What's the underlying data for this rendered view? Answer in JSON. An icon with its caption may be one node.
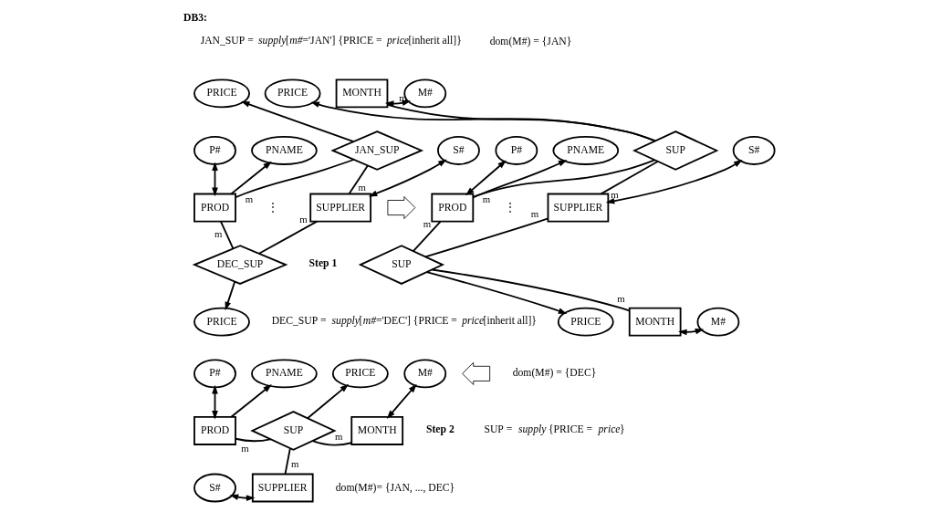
{
  "diagram": {
    "title": "DB3:",
    "nodes": [
      {
        "text": [
          "P#"
        ]
      },
      {
        "text": [
          "PNAME"
        ]
      },
      {
        "text": [
          "PROD"
        ]
      },
      {
        "text": [
          "PRICE"
        ]
      },
      {
        "text": [
          "JAN_SUP"
        ]
      },
      {
        "text": [
          "DEC_SUP"
        ]
      },
      {
        "text": [
          "PRICE"
        ]
      },
      {
        "text": [
          "S#"
        ]
      },
      {
        "text": [
          "SUPPLIER"
        ]
      },
      {
        "text": [
          "MONTH"
        ]
      },
      {
        "text": [
          "M#"
        ]
      },
      {
        "text": [
          "PRICE"
        ]
      },
      {
        "text": [
          "P#"
        ]
      },
      {
        "text": [
          "PNAME"
        ]
      },
      {
        "text": [
          "SUP"
        ]
      },
      {
        "text": [
          "S#"
        ]
      },
      {
        "text": [
          "PROD"
        ]
      },
      {
        "text": [
          "SUPPLIER"
        ]
      },
      {
        "text": [
          "SUP"
        ]
      },
      {
        "text": [
          "PRICE"
        ]
      },
      {
        "text": [
          "MONTH"
        ]
      },
      {
        "text": [
          "M#"
        ]
      },
      {
        "text": [
          "P#"
        ]
      },
      {
        "text": [
          "PNAME"
        ]
      },
      {
        "text": [
          "PRICE"
        ]
      },
      {
        "text": [
          "M#"
        ]
      },
      {
        "text": [
          "PROD"
        ]
      },
      {
        "text": [
          "SUP"
        ]
      },
      {
        "text": [
          "MONTH"
        ]
      },
      {
        "text": [
          "S#"
        ]
      },
      {
        "text": [
          "SUPPLIER"
        ]
      },
      {
        "text": [],
        "shape": "arrow"
      },
      {
        "text": [],
        "shape": "arrow"
      }
    ],
    "edges": [
      {
        "from": 0,
        "to": 2,
        "arrow": "both"
      },
      {
        "from": 2,
        "to": 1,
        "arrow": "to"
      },
      {
        "from": 4,
        "to": 3,
        "arrow": "to"
      },
      {
        "from": 2,
        "to": 4,
        "arrow": "none",
        "label": "m"
      },
      {
        "from": 4,
        "to": 8,
        "arrow": "none",
        "label": "m"
      },
      {
        "from": 2,
        "to": 5,
        "arrow": "none",
        "label": "m"
      },
      {
        "from": 5,
        "to": 8,
        "arrow": "none",
        "label": "m"
      },
      {
        "from": 5,
        "to": 6,
        "arrow": "to"
      },
      {
        "from": 7,
        "to": 8,
        "arrow": "both"
      },
      {
        "from": 9,
        "to": 10,
        "arrow": "both"
      },
      {
        "from": 14,
        "to": 11,
        "arrow": "to"
      },
      {
        "from": 9,
        "to": 14,
        "arrow": "none",
        "label": "m"
      },
      {
        "from": 12,
        "to": 16,
        "arrow": "both"
      },
      {
        "from": 16,
        "to": 13,
        "arrow": "to"
      },
      {
        "from": 16,
        "to": 14,
        "arrow": "none",
        "label": "m"
      },
      {
        "from": 14,
        "to": 17,
        "arrow": "none",
        "label": "m"
      },
      {
        "from": 15,
        "to": 17,
        "arrow": "both"
      },
      {
        "from": 16,
        "to": 18,
        "arrow": "none",
        "label": "m"
      },
      {
        "from": 18,
        "to": 17,
        "arrow": "none",
        "label": "m"
      },
      {
        "from": 18,
        "to": 19,
        "arrow": "to"
      },
      {
        "from": 18,
        "to": 20,
        "arrow": "none",
        "label": "m"
      },
      {
        "from": 20,
        "to": 21,
        "arrow": "both"
      },
      {
        "from": 22,
        "to": 26,
        "arrow": "both"
      },
      {
        "from": 26,
        "to": 23,
        "arrow": "to"
      },
      {
        "from": 27,
        "to": 24,
        "arrow": "to"
      },
      {
        "from": 25,
        "to": 28,
        "arrow": "both"
      },
      {
        "from": 26,
        "to": 27,
        "arrow": "none",
        "label": "m"
      },
      {
        "from": 27,
        "to": 28,
        "arrow": "none",
        "label": "m"
      },
      {
        "from": 27,
        "to": 30,
        "arrow": "none",
        "label": "m"
      },
      {
        "from": 29,
        "to": 30,
        "arrow": "both"
      }
    ],
    "labels": [
      "JAN_SUP = *supply*[*m#*='JAN'] {PRICE = *price*[inherit all]}",
      "⋮",
      "DEC_SUP = *supply*[*m#*='DEC'] {PRICE = *price*[inherit all]}",
      "Step 1",
      "dom(M#) = {JAN}",
      "⋮",
      "dom(M#) = {DEC}",
      "SUP = *supply* {PRICE = *price*}",
      "Step 2",
      "dom(M#)= {JAN, ..., DEC}"
    ]
  }
}
